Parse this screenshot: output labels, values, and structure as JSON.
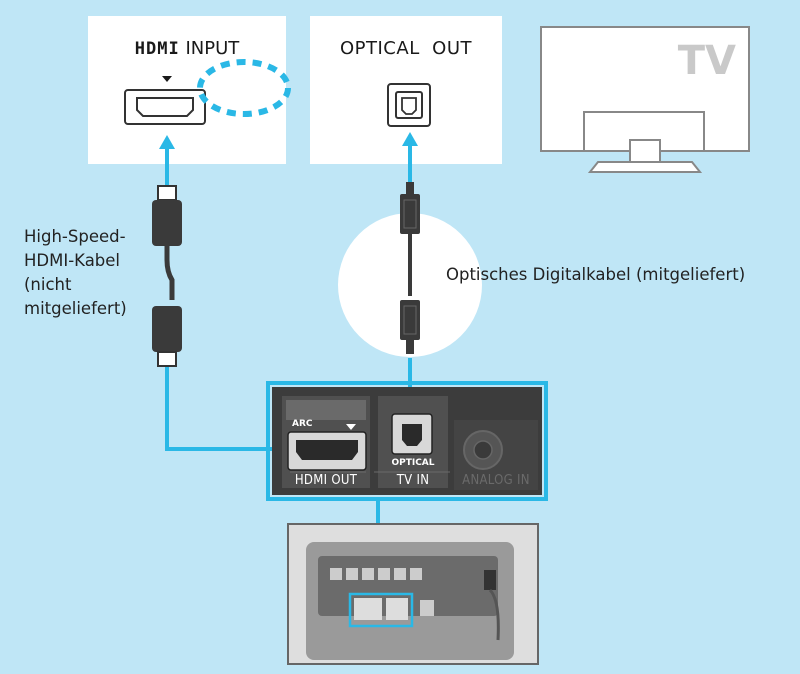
{
  "panels": {
    "hdmi_input": {
      "logo": "HDMI",
      "suffix": "INPUT"
    },
    "optical_out": {
      "title": "OPTICAL  OUT"
    },
    "tv": {
      "label": "TV"
    }
  },
  "cables": {
    "hdmi_cable_label": [
      "High-Speed-",
      "HDMI-Kabel",
      "(nicht",
      "mitgeliefert)"
    ],
    "optical_cable_label": "Optisches Digitalkabel (mitgeliefert)"
  },
  "soundbar_ports": {
    "arc": "ARC",
    "hdmi_out": "HDMI OUT",
    "optical": "OPTICAL",
    "tv_in": "TV IN",
    "analog_in": "ANALOG IN"
  },
  "colors": {
    "background": "#bfe6f6",
    "accent_cyan": "#2ab8e6",
    "panel_dark": "#3c3c3c",
    "cable": "#3a3a3a"
  },
  "icons": [
    "hdmi-port-icon",
    "optical-port-icon",
    "analog-port-icon",
    "tv-icon",
    "hdmi-connector-icon",
    "optical-connector-icon"
  ]
}
